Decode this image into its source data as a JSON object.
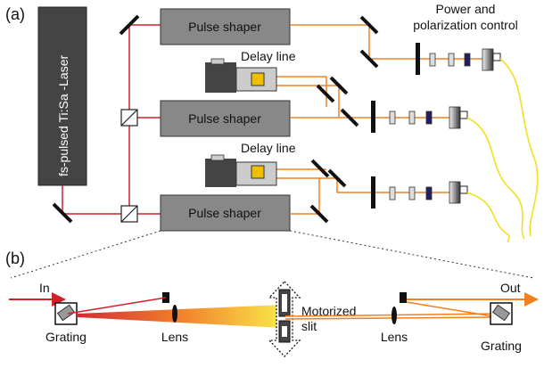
{
  "panel_a": {
    "label": "(a)",
    "laser_label": "fs-pulsed Ti:Sa -Laser",
    "pulse_shaper_labels": [
      "Pulse shaper",
      "Pulse shaper",
      "Pulse shaper"
    ],
    "delay_line_labels": [
      "Delay line",
      "Delay line"
    ],
    "power_control_title_line1": "Power and",
    "power_control_title_line2": "polarization control"
  },
  "panel_b": {
    "label": "(b)",
    "in_label": "In",
    "out_label": "Out",
    "grating_left": "Grating",
    "grating_right": "Grating",
    "lens_left": "Lens",
    "lens_right": "Lens",
    "slit_line1": "Motorized",
    "slit_line2": "slit"
  },
  "colors": {
    "laser_beam": "#d0202a",
    "shaped_beam": "#f08020",
    "fiber": "#f0e020",
    "box_fill": "#888888",
    "delay_stage_dark": "#444444",
    "delay_stage_light": "#cccccc",
    "retroreflector": "#f0c000",
    "polarizer_dark": "#202060"
  },
  "icons": [
    "beam-splitter-cube-icon",
    "mirror-icon",
    "fiber-coupler-icon",
    "grating-icon",
    "lens-icon",
    "slit-icon",
    "arrow-icon"
  ]
}
